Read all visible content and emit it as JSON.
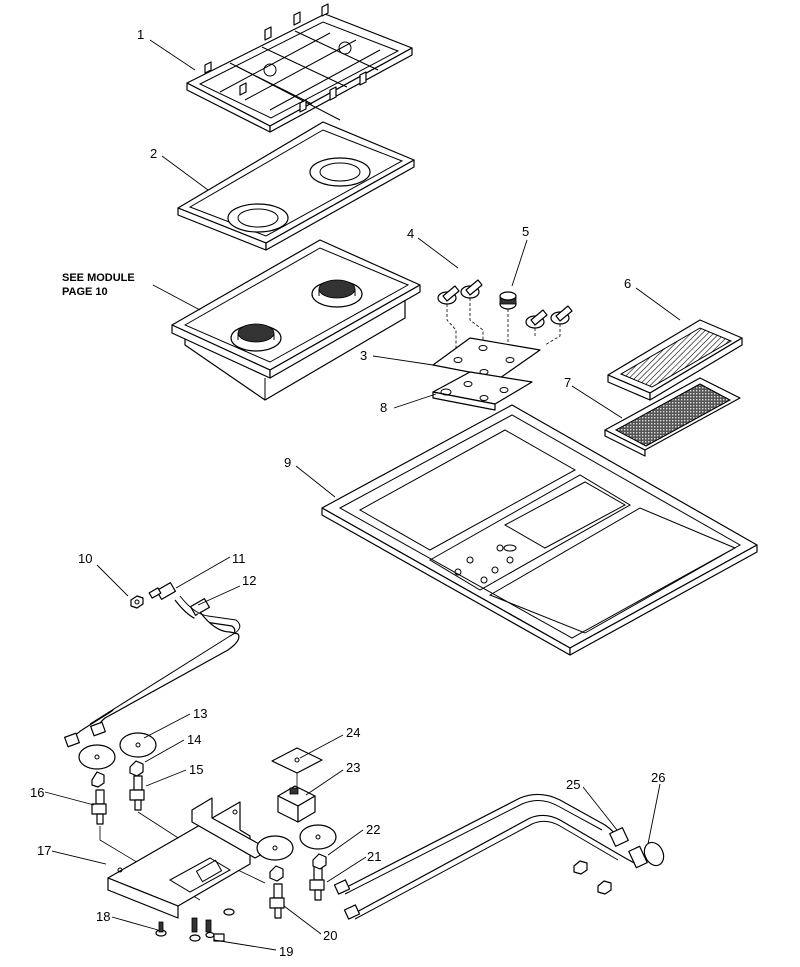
{
  "callouts": [
    {
      "id": "c1",
      "text": "1"
    },
    {
      "id": "c2",
      "text": "2"
    },
    {
      "id": "c3",
      "text": "3"
    },
    {
      "id": "c4",
      "text": "4"
    },
    {
      "id": "c5",
      "text": "5"
    },
    {
      "id": "c6",
      "text": "6"
    },
    {
      "id": "c7",
      "text": "7"
    },
    {
      "id": "c8",
      "text": "8"
    },
    {
      "id": "c9",
      "text": "9"
    },
    {
      "id": "c10",
      "text": "10"
    },
    {
      "id": "c11",
      "text": "11"
    },
    {
      "id": "c12",
      "text": "12"
    },
    {
      "id": "c13",
      "text": "13"
    },
    {
      "id": "c14",
      "text": "14"
    },
    {
      "id": "c15",
      "text": "15"
    },
    {
      "id": "c16",
      "text": "16"
    },
    {
      "id": "c17",
      "text": "17"
    },
    {
      "id": "c18",
      "text": "18"
    },
    {
      "id": "c19",
      "text": "19"
    },
    {
      "id": "c20",
      "text": "20"
    },
    {
      "id": "c21",
      "text": "21"
    },
    {
      "id": "c22",
      "text": "22"
    },
    {
      "id": "c23",
      "text": "23"
    },
    {
      "id": "c24",
      "text": "24"
    },
    {
      "id": "c25",
      "text": "25"
    },
    {
      "id": "c26",
      "text": "26"
    }
  ],
  "note": {
    "line1": "SEE MODULE",
    "line2": "PAGE 10"
  },
  "colors": {
    "ink": "#000000",
    "paper": "#ffffff"
  }
}
